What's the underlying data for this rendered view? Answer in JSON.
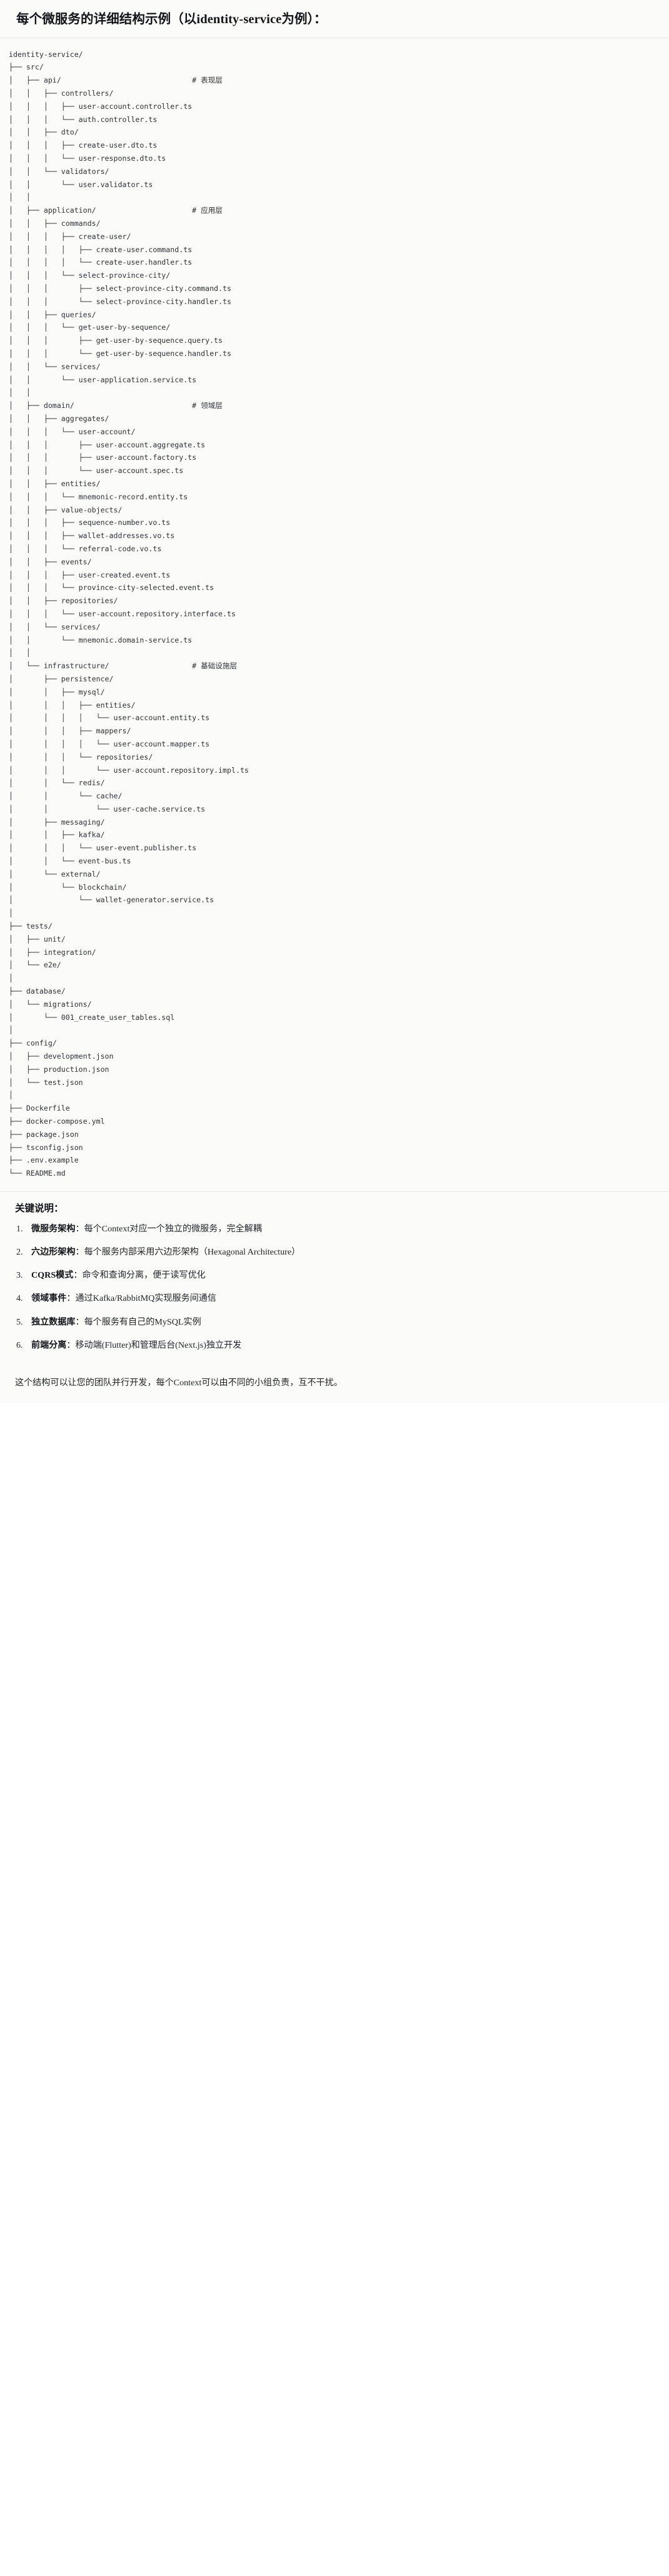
{
  "title": "每个微服务的详细结构示例（以identity-service为例）：",
  "tree": {
    "root_label": "identity-service/",
    "text": "identity-service/\n├── src/\n│   ├── api/                              # 表现层\n│   │   ├── controllers/\n│   │   │   ├── user-account.controller.ts\n│   │   │   └── auth.controller.ts\n│   │   ├── dto/\n│   │   │   ├── create-user.dto.ts\n│   │   │   └── user-response.dto.ts\n│   │   └── validators/\n│   │       └── user.validator.ts\n│   │\n│   ├── application/                      # 应用层\n│   │   ├── commands/\n│   │   │   ├── create-user/\n│   │   │   │   ├── create-user.command.ts\n│   │   │   │   └── create-user.handler.ts\n│   │   │   └── select-province-city/\n│   │   │       ├── select-province-city.command.ts\n│   │   │       └── select-province-city.handler.ts\n│   │   ├── queries/\n│   │   │   └── get-user-by-sequence/\n│   │   │       ├── get-user-by-sequence.query.ts\n│   │   │       └── get-user-by-sequence.handler.ts\n│   │   └── services/\n│   │       └── user-application.service.ts\n│   │\n│   ├── domain/                           # 领域层\n│   │   ├── aggregates/\n│   │   │   └── user-account/\n│   │   │       ├── user-account.aggregate.ts\n│   │   │       ├── user-account.factory.ts\n│   │   │       └── user-account.spec.ts\n│   │   ├── entities/\n│   │   │   └── mnemonic-record.entity.ts\n│   │   ├── value-objects/\n│   │   │   ├── sequence-number.vo.ts\n│   │   │   ├── wallet-addresses.vo.ts\n│   │   │   └── referral-code.vo.ts\n│   │   ├── events/\n│   │   │   ├── user-created.event.ts\n│   │   │   └── province-city-selected.event.ts\n│   │   ├── repositories/\n│   │   │   └── user-account.repository.interface.ts\n│   │   └── services/\n│   │       └── mnemonic.domain-service.ts\n│   │\n│   └── infrastructure/                   # 基础设施层\n│       ├── persistence/\n│       │   ├── mysql/\n│       │   │   ├── entities/\n│       │   │   │   └── user-account.entity.ts\n│       │   │   ├── mappers/\n│       │   │   │   └── user-account.mapper.ts\n│       │   │   └── repositories/\n│       │   │       └── user-account.repository.impl.ts\n│       │   └── redis/\n│       │       └── cache/\n│       │           └── user-cache.service.ts\n│       ├── messaging/\n│       │   ├── kafka/\n│       │   │   └── user-event.publisher.ts\n│       │   └── event-bus.ts\n│       └── external/\n│           └── blockchain/\n│               └── wallet-generator.service.ts\n│\n├── tests/\n│   ├── unit/\n│   ├── integration/\n│   └── e2e/\n│\n├── database/\n│   └── migrations/\n│       └── 001_create_user_tables.sql\n│\n├── config/\n│   ├── development.json\n│   ├── production.json\n│   └── test.json\n│\n├── Dockerfile\n├── docker-compose.yml\n├── package.json\n├── tsconfig.json\n├── .env.example\n└── README.md",
    "layer_comments": [
      {
        "layer": "api/",
        "comment": "# 表现层"
      },
      {
        "layer": "application/",
        "comment": "# 应用层"
      },
      {
        "layer": "domain/",
        "comment": "# 领域层"
      },
      {
        "layer": "infrastructure/",
        "comment": "# 基础设施层"
      }
    ]
  },
  "keys": {
    "heading": "关键说明：",
    "items": [
      {
        "term": "微服务架构",
        "sep": "：",
        "desc": "每个Context对应一个独立的微服务，完全解耦"
      },
      {
        "term": "六边形架构",
        "sep": "：",
        "desc": "每个服务内部采用六边形架构（Hexagonal Architecture）"
      },
      {
        "term": "CQRS模式",
        "sep": "：",
        "desc": "命令和查询分离，便于读写优化"
      },
      {
        "term": "领域事件",
        "sep": "：",
        "desc": "通过Kafka/RabbitMQ实现服务间通信"
      },
      {
        "term": "独立数据库",
        "sep": "：",
        "desc": "每个服务有自己的MySQL实例"
      },
      {
        "term": "前端分离",
        "sep": "：",
        "desc": "移动端(Flutter)和管理后台(Next.js)独立开发"
      }
    ]
  },
  "footer": {
    "note": "这个结构可以让您的团队并行开发，每个Context可以由不同的小组负责，互不干扰。"
  }
}
